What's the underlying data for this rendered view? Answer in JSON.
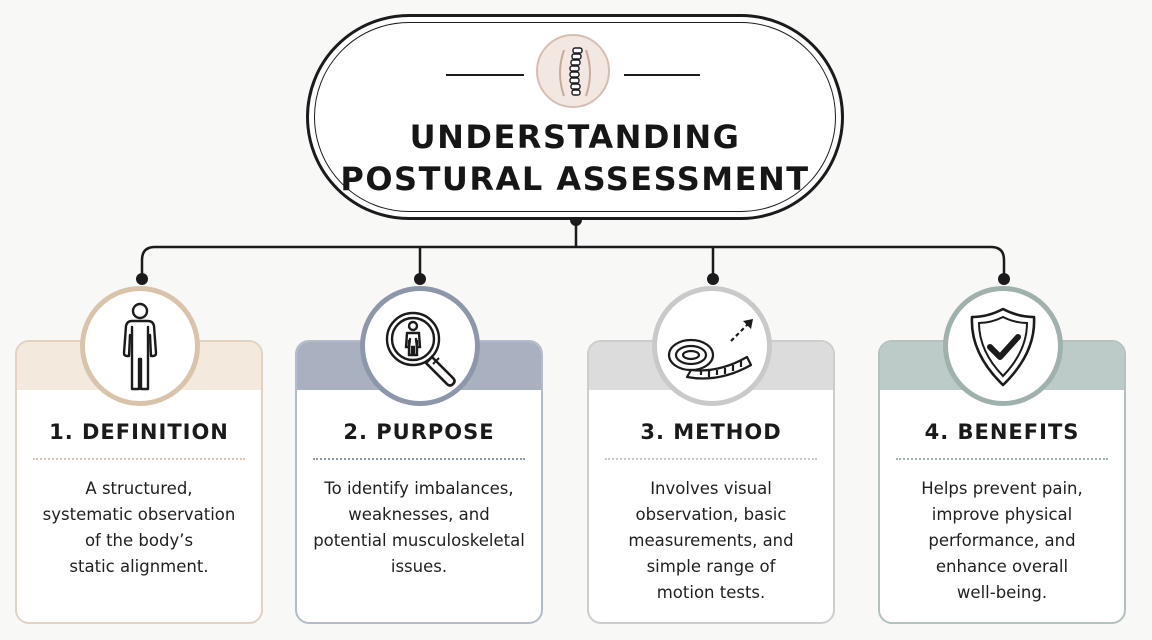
{
  "title": {
    "line1": "UNDERSTANDING",
    "line2": "POSTURAL ASSESSMENT",
    "icon": "spine-icon"
  },
  "cards": [
    {
      "title": "1. DEFINITION",
      "body": [
        "A structured,",
        "systematic observation",
        "of the body’s",
        "static alignment."
      ],
      "icon": "human-figure-icon",
      "accent": "#d9c4ab",
      "band": "#f3e9dc",
      "border": "#e2d2bf"
    },
    {
      "title": "2. PURPOSE",
      "body": [
        "To identify imbalances,",
        "weaknesses, and",
        "potential musculoskeletal",
        "issues."
      ],
      "icon": "magnifier-person-icon",
      "accent": "#8d97aa",
      "band": "#a9b1c0",
      "border": "#b4bccb"
    },
    {
      "title": "3. METHOD",
      "body": [
        "Involves visual",
        "observation, basic",
        "measurements, and",
        "simple range of",
        "motion tests."
      ],
      "icon": "tape-measure-icon",
      "accent": "#c9c9c9",
      "band": "#dcdcdc",
      "border": "#cdcdcd"
    },
    {
      "title": "4. BENEFITS",
      "body": [
        "Helps prevent pain,",
        "improve physical",
        "performance, and",
        "enhance overall",
        "well-being."
      ],
      "icon": "shield-check-icon",
      "accent": "#9fb1ad",
      "band": "#bccbc8",
      "border": "#b2c2bf"
    }
  ]
}
